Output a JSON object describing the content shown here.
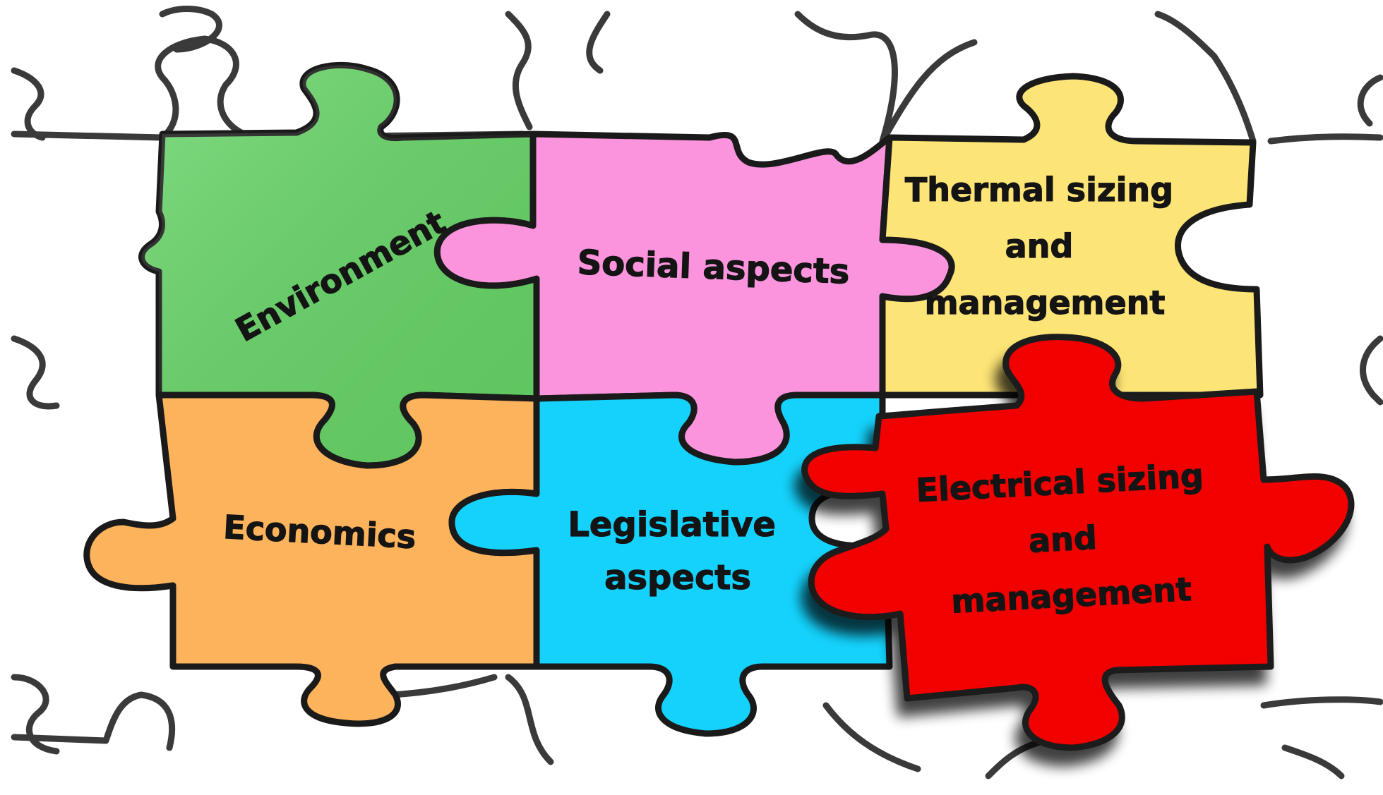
{
  "pieces": [
    {
      "id": "environment",
      "lines": [
        "Environment"
      ],
      "color": "#66d466"
    },
    {
      "id": "social",
      "lines": [
        "Social aspects"
      ],
      "color": "#fb94dc"
    },
    {
      "id": "thermal",
      "lines": [
        "Thermal sizing",
        "and",
        "management"
      ],
      "color": "#fde476"
    },
    {
      "id": "economics",
      "lines": [
        "Economics"
      ],
      "color": "#fdb35c"
    },
    {
      "id": "legislative",
      "lines": [
        "Legislative",
        "aspects"
      ],
      "color": "#14d2fc"
    },
    {
      "id": "electrical",
      "lines": [
        "Electrical sizing",
        "and",
        "management"
      ],
      "color": "#f20000"
    }
  ],
  "outline_color": "#1a1a1a",
  "background_line_color": "#3a3a3a"
}
